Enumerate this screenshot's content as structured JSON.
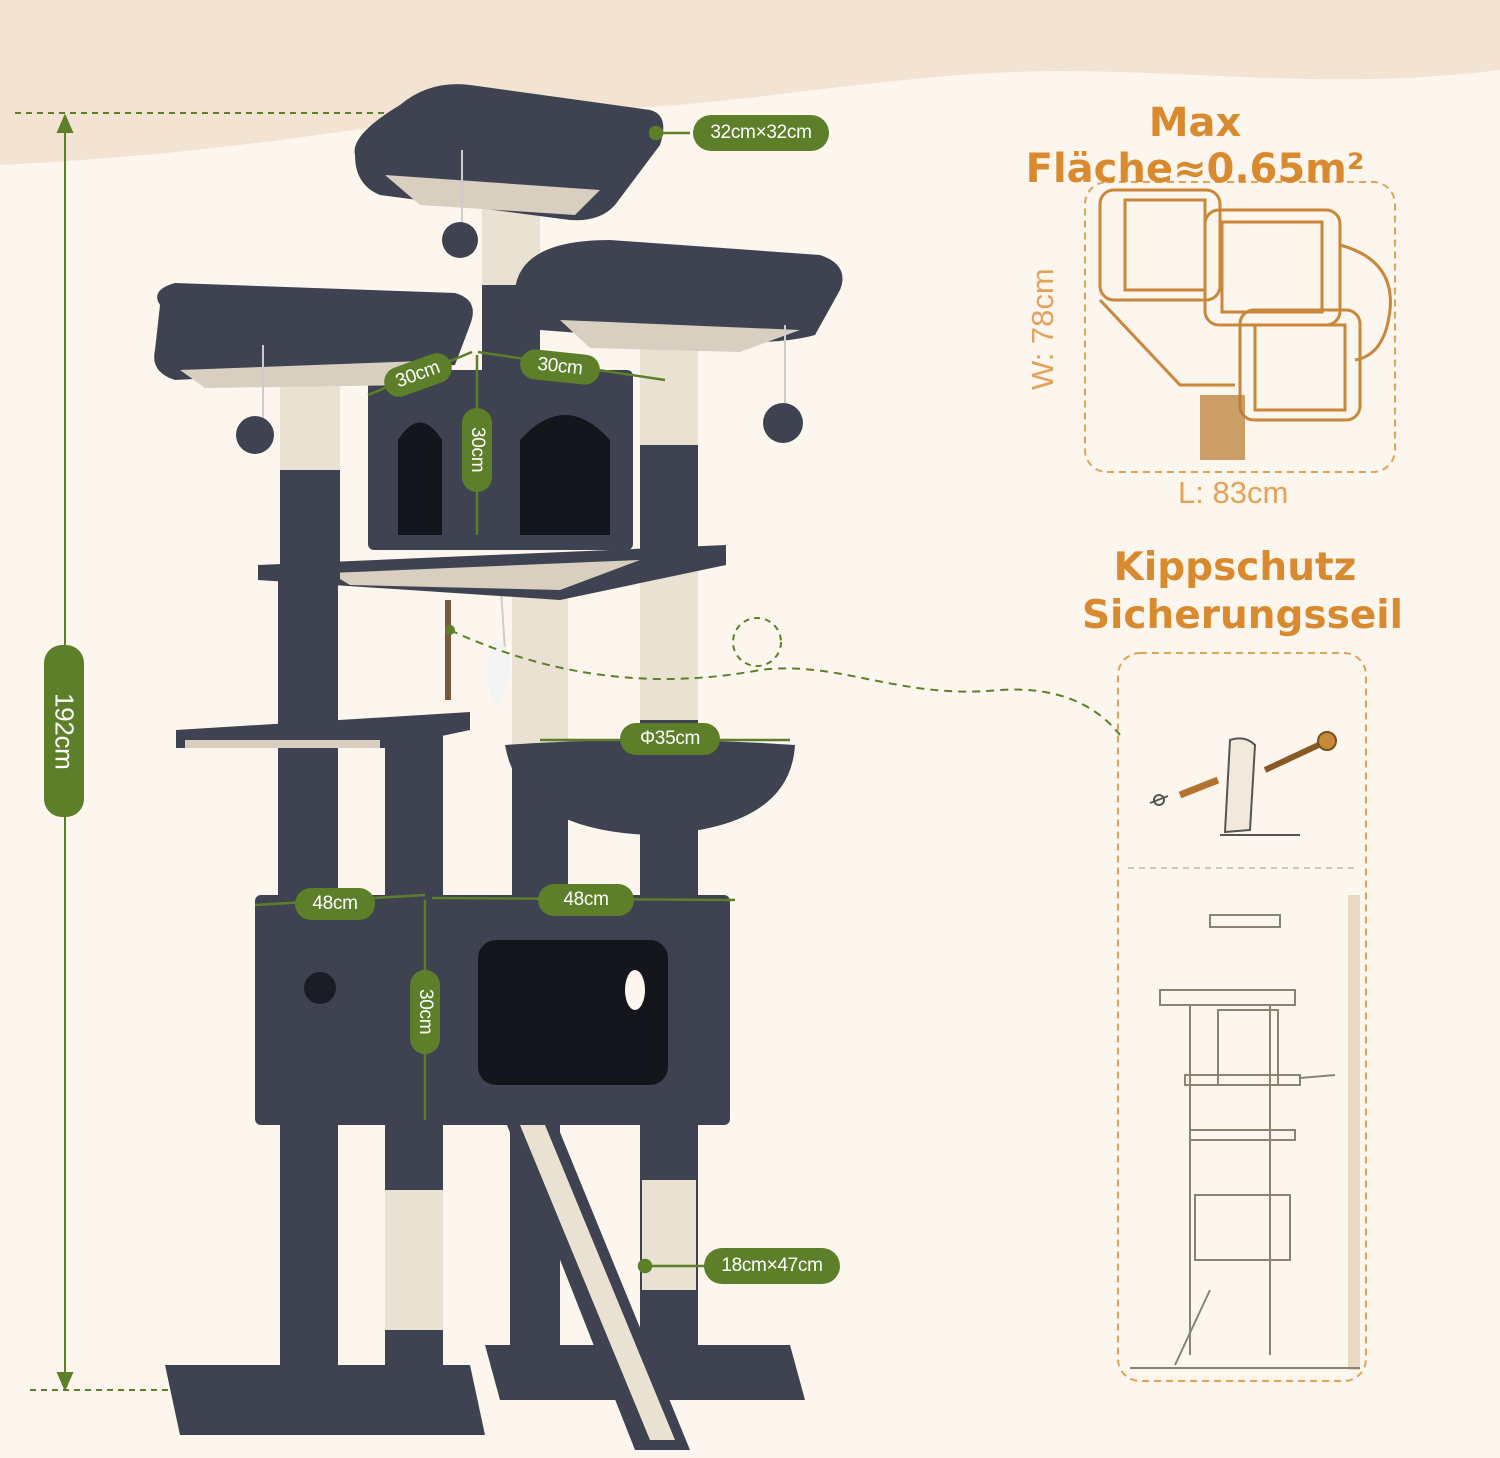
{
  "colors": {
    "background": "#fdf6ee",
    "top_wave": "#f2e3d2",
    "accent_green": "#5e7f2a",
    "accent_orange": "#d98a2f",
    "plush": "#3f4250",
    "sisal": "#e9e1d2"
  },
  "dimensions": {
    "total_height": "192cm",
    "top_platform": "32cm×32cm",
    "perch_left": "30cm",
    "perch_right": "30cm",
    "condo_height_top": "30cm",
    "hammock": "Φ35cm",
    "base_left_width": "48cm",
    "base_right_width": "48cm",
    "condo_height_bottom": "30cm",
    "ramp": "18cm×47cm"
  },
  "footprint": {
    "heading": "Max Fläche≈0.65m²",
    "width": "W: 78cm",
    "length": "L: 83cm"
  },
  "safety": {
    "heading_line1": "Kippschutz",
    "heading_line2": "Sicherungsseil"
  },
  "icons": [
    "screw-icon",
    "wall-anchor-icon",
    "bracket-icon"
  ]
}
